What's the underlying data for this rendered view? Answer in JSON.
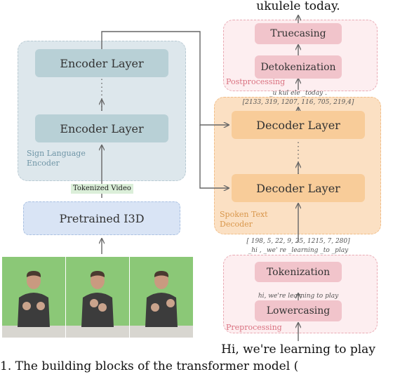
{
  "encoder": {
    "layer_top": "Encoder Layer",
    "layer_bottom": "Encoder Layer",
    "group_label": "Sign Language\nEncoder"
  },
  "tokenized_video": "Tokenized Video",
  "i3d": "Pretrained I3D",
  "decoder": {
    "layer_top": "Decoder Layer",
    "layer_bottom": "Decoder Layer",
    "group_label": "Spoken Text\nDecoder"
  },
  "postprocessing": {
    "output_text": "ukulele today.",
    "truecasing": "Truecasing",
    "detokenization": "Detokenization",
    "label": "Postprocessing",
    "tokens": "_u kul ele _today .",
    "ids": "[2133, 319, 1207, 116, 705, 219,4]"
  },
  "preprocessing": {
    "ids": "[ 198, 5, 22, 9, 25, 1215, 7, 280]",
    "tokens": "_hi , _we' re _learning _to _play",
    "tokenization": "Tokenization",
    "intermediate": "hi, we're learning to play",
    "lowercasing": "Lowercasing",
    "label": "Preprocessing",
    "input_text": "Hi, we're learning to play"
  },
  "caption": "1. The building blocks of the transformer model (",
  "colors": {
    "encoder": "#b8d0d6",
    "decoder": "#f8cc99",
    "processing": "#f1c4cb",
    "i3d": "#d9e4f5"
  }
}
